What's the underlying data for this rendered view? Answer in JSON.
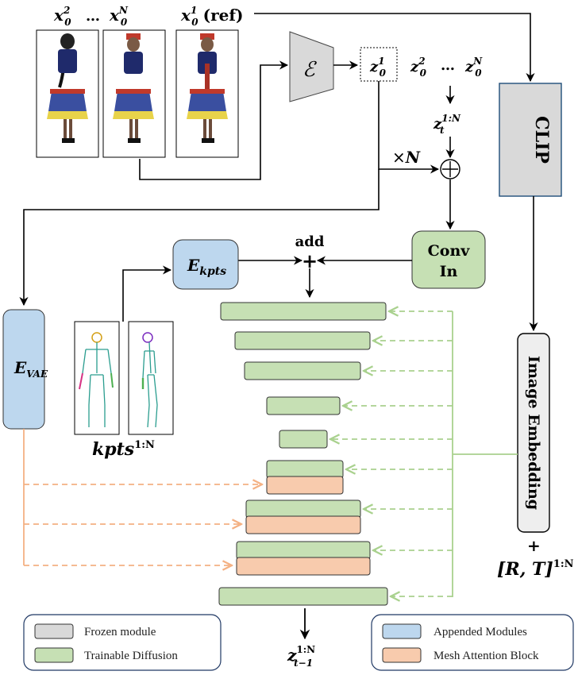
{
  "inputs": {
    "x0_2": "x",
    "x0_2_sup": "2",
    "x0_2_sub": "0",
    "dots_top": "…",
    "x0_N": "x",
    "x0_N_sup": "N",
    "x0_N_sub": "0",
    "x0_1": "x",
    "x0_1_sup": "1",
    "x0_1_sub": "0",
    "ref_label": "(ref)"
  },
  "encoder": {
    "symbol": "ℰ"
  },
  "latents": {
    "z0_1": "z",
    "z0_1_sup": "1",
    "z0_1_sub": "0",
    "z0_2": "z",
    "z0_2_sup": "2",
    "z0_2_sub": "0",
    "dots": "…",
    "z0_N": "z",
    "z0_N_sup": "N",
    "z0_N_sub": "0",
    "zt": "z",
    "zt_sup": "1:N",
    "zt_sub": "t"
  },
  "times_n": {
    "symbol": "×",
    "n": "N"
  },
  "plus_symbol": "⊕",
  "clip": {
    "label": "CLIP"
  },
  "conv_in": {
    "line1": "Conv",
    "line2": "In"
  },
  "add": {
    "label": "add",
    "symbol": "+"
  },
  "ekpts": {
    "main": "E",
    "sub": "kpts"
  },
  "evae": {
    "main": "E",
    "sub": "VAE"
  },
  "kpts": {
    "label": "kpts",
    "sup": "1:N"
  },
  "image_embedding": {
    "label": "Image Embedding"
  },
  "rt": {
    "plus": "+",
    "label": "[R, T]",
    "sup": "1:N"
  },
  "output": {
    "z": "z",
    "sup": "1:N",
    "sub": "t−1"
  },
  "legend_left": [
    {
      "label": "Frozen module",
      "color": "#d9d9d9"
    },
    {
      "label": "Trainable Diffusion",
      "color": "#c6e0b4"
    }
  ],
  "legend_right": [
    {
      "label": "Appended Modules",
      "color": "#bdd7ee"
    },
    {
      "label": "Mesh Attention Block",
      "color": "#f8cbad"
    }
  ],
  "colors": {
    "frozen": "#d9d9d9",
    "trainable": "#c6e0b4",
    "appended": "#bdd7ee",
    "mesh": "#f8cbad",
    "green_line": "#a9d18e",
    "orange_line": "#f4b183"
  }
}
